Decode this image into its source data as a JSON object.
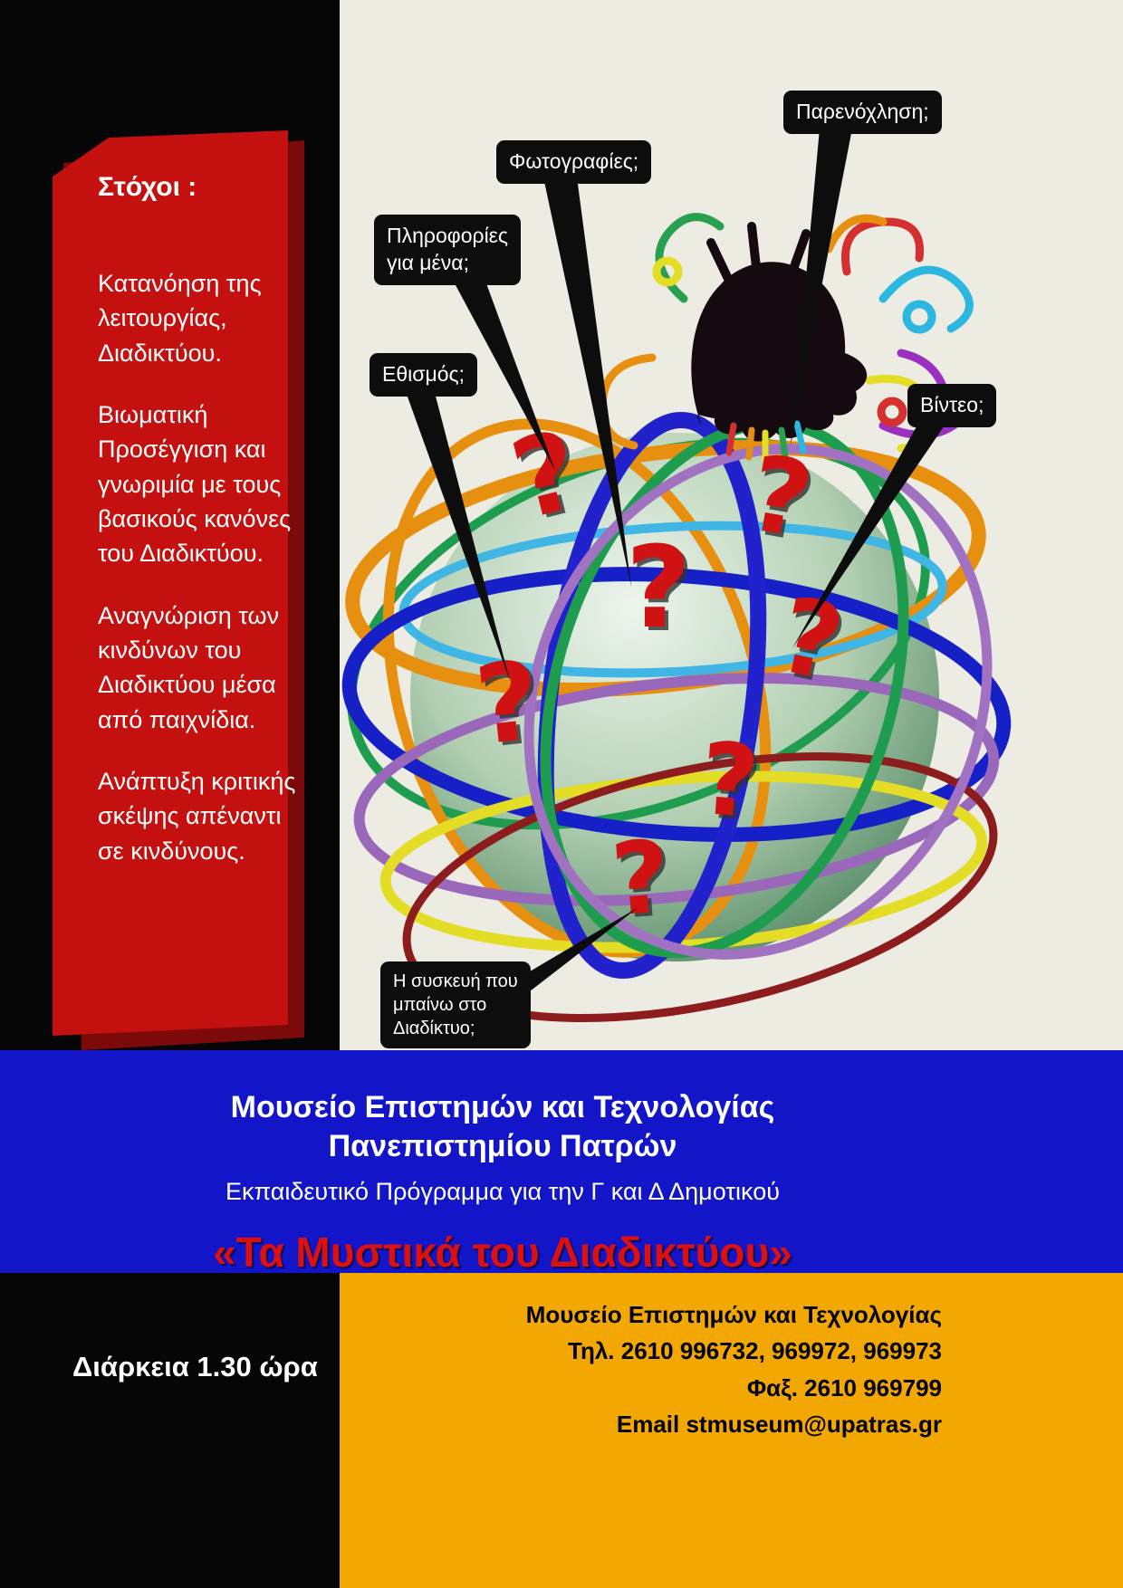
{
  "poster": {
    "goals": {
      "heading": "Στόχοι :",
      "items": [
        "Κατανόηση της λειτουργίας, Διαδικτύου.",
        "Βιωματική Προσέγγιση και γνωριμία με τους βασικούς κανόνες του Διαδικτύου.",
        "Αναγνώριση των  κινδύνων του Διαδικτύου μέσα από παιχνίδια.",
        "Ανάπτυξη κριτικής σκέψης απέναντι σε κινδύνους."
      ]
    },
    "callouts": [
      {
        "id": "harassment",
        "label": "Παρενόχληση;"
      },
      {
        "id": "photos",
        "label": "Φωτογραφίες;"
      },
      {
        "id": "info",
        "label": "Πληροφορίες\nγια μένα;"
      },
      {
        "id": "addiction",
        "label": "Εθισμός;"
      },
      {
        "id": "video",
        "label": "Βίντεο;"
      },
      {
        "id": "device",
        "label": "Η συσκευή που\nμπαίνω  στο\nΔιαδίκτυο;"
      }
    ],
    "banner": {
      "line1": "Μουσείο  Επιστημών και Τεχνολογίας",
      "line2": "Πανεπιστημίου Πατρών",
      "line3": "Εκπαιδευτικό Πρόγραμμα για την Γ και Δ Δημοτικού",
      "title": "«Τα Μυστικά του Διαδικτύου»"
    },
    "footer": {
      "duration": "Διάρκεια  1.30 ώρα",
      "contact": [
        "Μουσείο Επιστημών και Τεχνολογίας",
        "Τηλ. 2610 996732, 969972, 969973",
        "Φαξ. 2610 969799",
        "Email stmuseum@upatras.gr"
      ]
    }
  },
  "colors": {
    "red-panel": "#c51010",
    "banner-blue": "#1315c8",
    "accent-red": "#dd1010",
    "footer-orange": "#f2a702",
    "bubble-black": "#0d0d0d",
    "canvas-cream": "#edece3",
    "question-red": "#d01212"
  }
}
